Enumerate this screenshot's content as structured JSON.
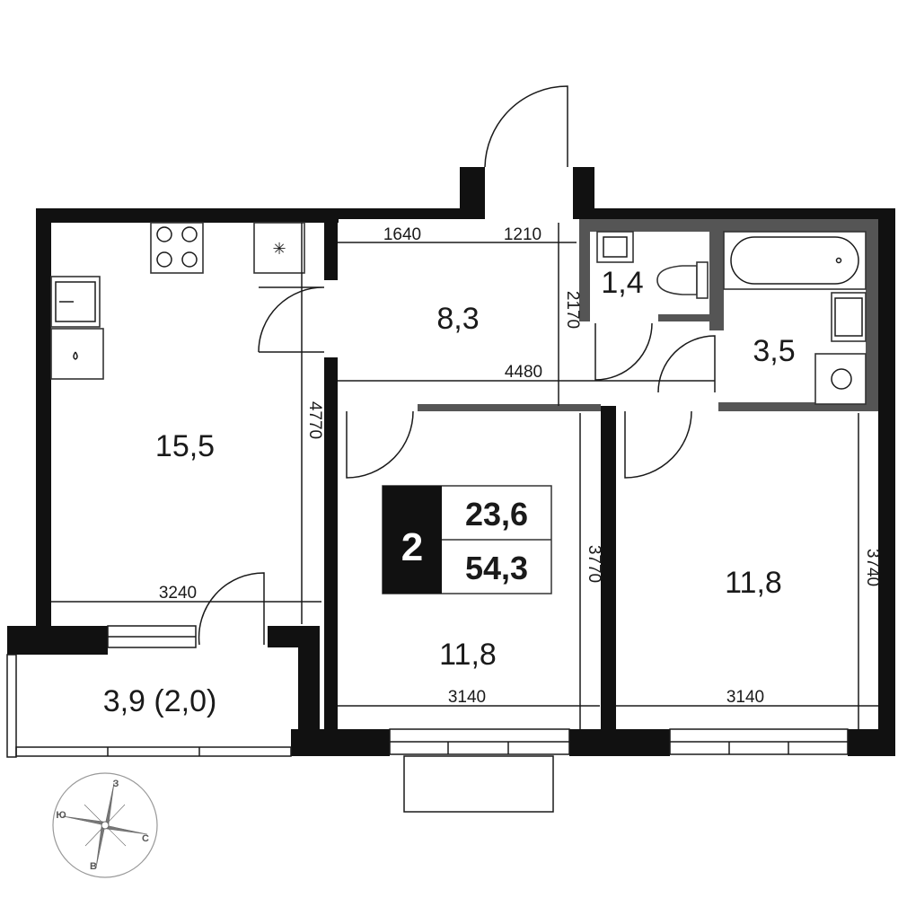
{
  "plan": {
    "rooms": [
      {
        "id": "kitchen",
        "area": "15,5"
      },
      {
        "id": "hall",
        "area": "8,3"
      },
      {
        "id": "wc",
        "area": "1,4"
      },
      {
        "id": "bathroom",
        "area": "3,5"
      },
      {
        "id": "bedroom-left",
        "area": "11,8"
      },
      {
        "id": "bedroom-right",
        "area": "11,8"
      },
      {
        "id": "balcony",
        "area": "3,9 (2,0)"
      }
    ],
    "dimensions": {
      "hall_width_left": "1640",
      "hall_width_right": "1210",
      "hall_depth": "2170",
      "hall_span": "4480",
      "kitchen_length": "4770",
      "kitchen_width": "3240",
      "bedroom_left_length": "3770",
      "bedroom_left_width": "3140",
      "bedroom_right_length": "3740",
      "bedroom_right_width": "3140"
    },
    "summary": {
      "room_count": "2",
      "living_area": "23,6",
      "total_area": "54,3"
    },
    "compass": {
      "north": "С",
      "south": "Ю",
      "west": "З",
      "east": "В"
    }
  }
}
